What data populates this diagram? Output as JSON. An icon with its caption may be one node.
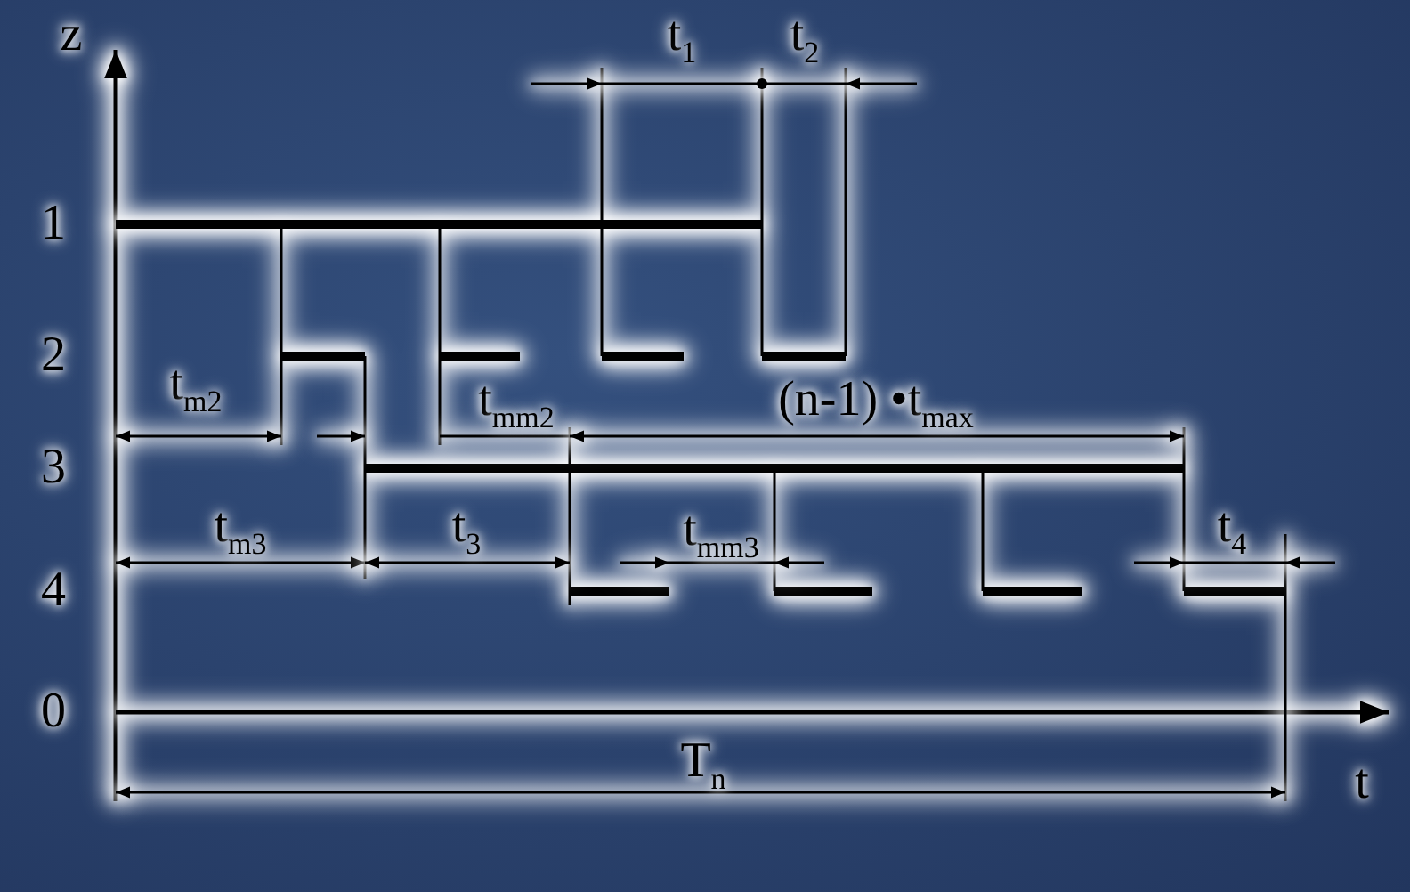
{
  "diagram": {
    "labels": [
      "z",
      "t$_{1}$",
      "t$_{2}$",
      "1",
      "2",
      "t$_{m2}$",
      "t$_{mm2}$",
      "(n-1) •t$_{max}$",
      "3",
      "t$_{m3}$",
      "t$_{3}$",
      "t$_{mm3}$",
      "t$_{4}$",
      "4",
      "0",
      "t",
      "T$_{n}$"
    ]
  }
}
